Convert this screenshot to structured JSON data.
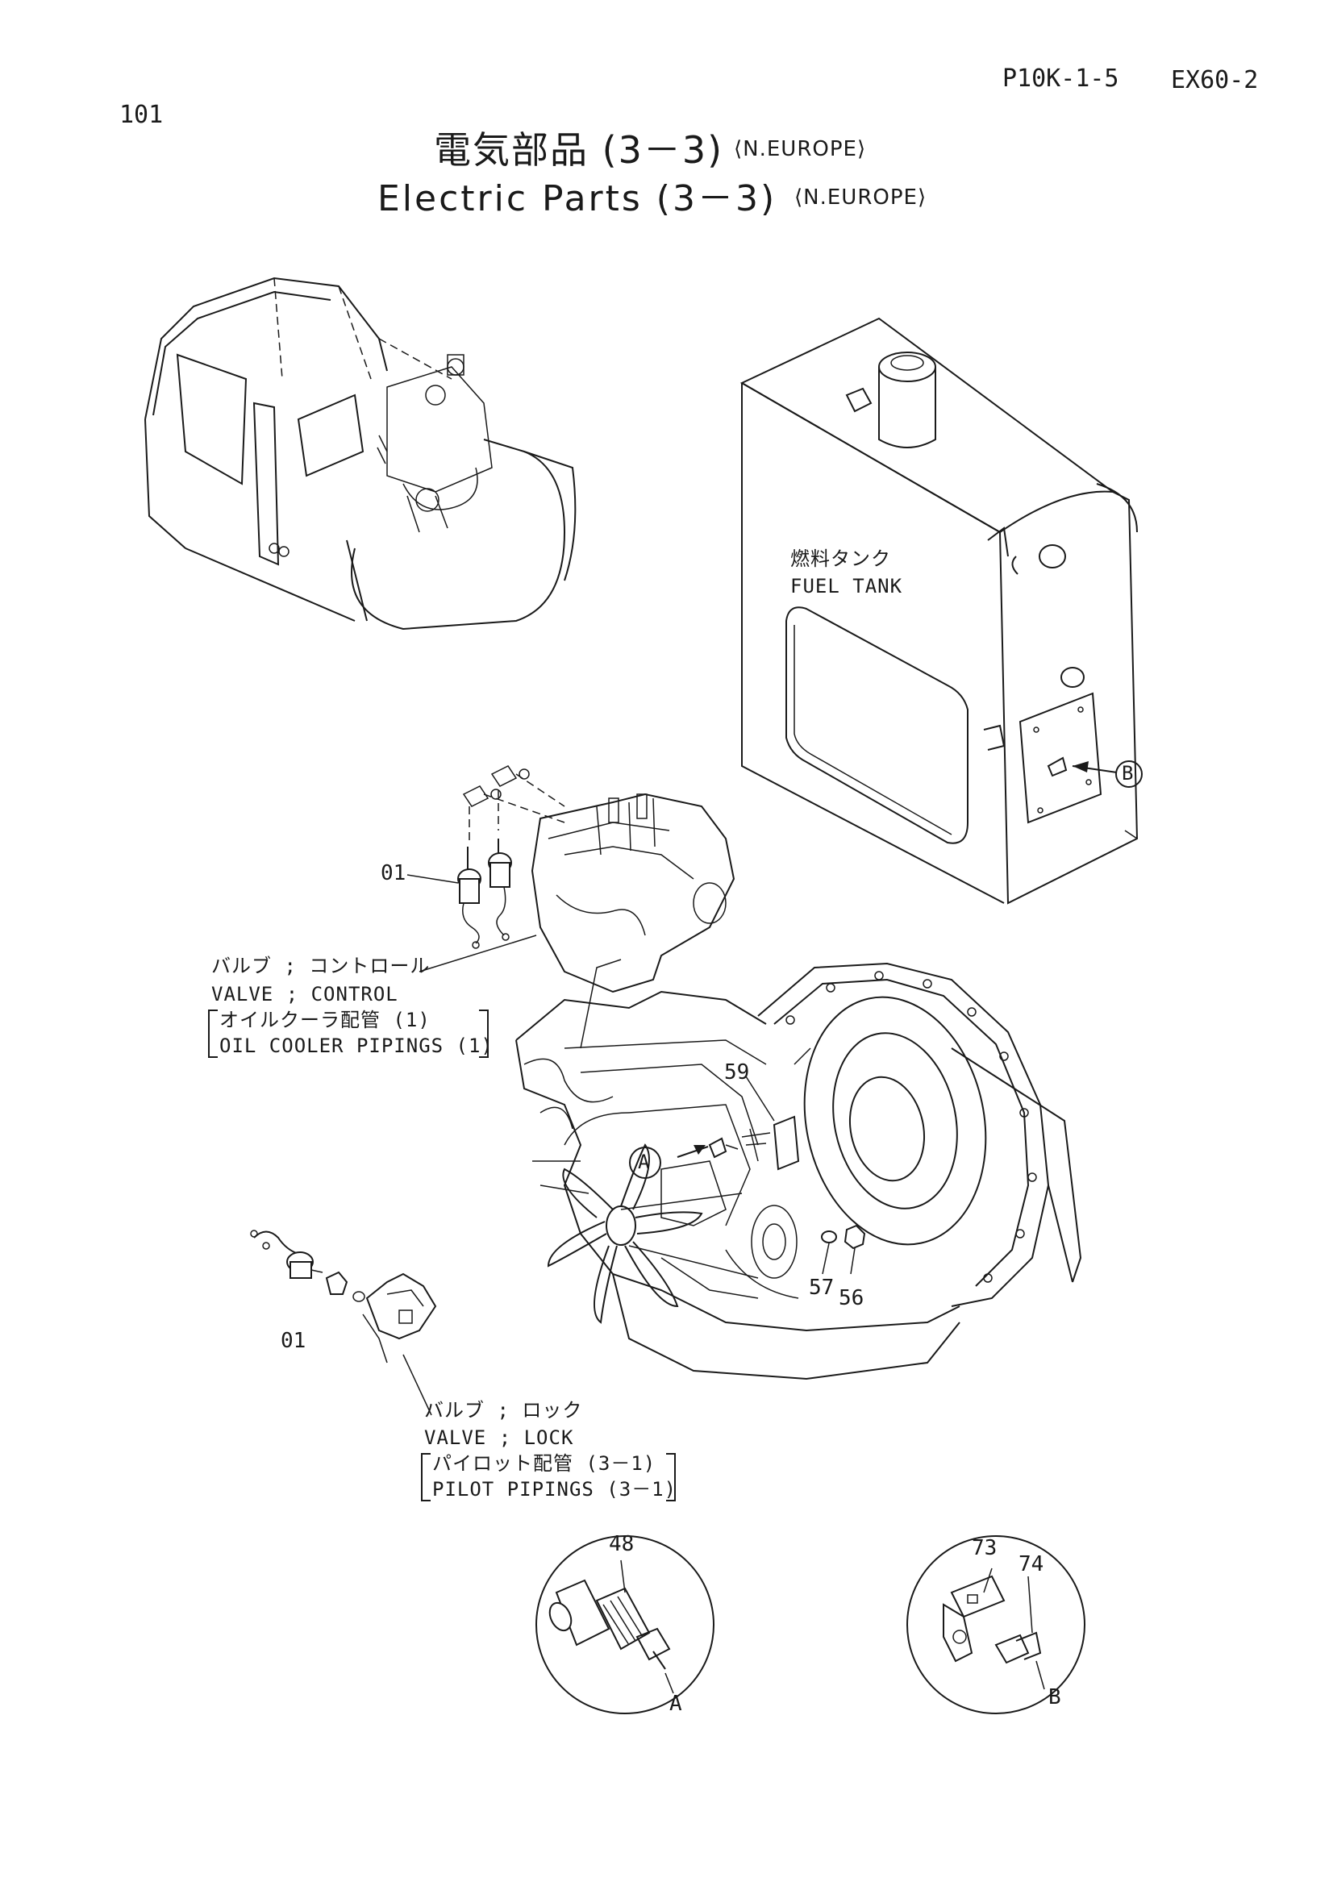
{
  "header": {
    "page_no": "101",
    "catalog_ref": "P10K-1-5",
    "model": "EX60-2"
  },
  "title": {
    "jp": "電気部品 (3－3)",
    "en": "Electric Parts (3－3)",
    "region": "⟨N.EUROPE⟩"
  },
  "labels": {
    "fuel_tank_jp": "燃料タンク",
    "fuel_tank_en": "FUEL TANK",
    "valve_control_jp": "バルブ ; コントロール",
    "valve_control_en": "VALVE ; CONTROL",
    "oil_cooler_jp": "オイルクーラ配管 (1)",
    "oil_cooler_en": "OIL COOLER PIPINGS (1)",
    "valve_lock_jp": "バルブ ; ロック",
    "valve_lock_en": "VALVE ; LOCK",
    "pilot_jp": "パイロット配管 (3－1)",
    "pilot_en": "PILOT PIPINGS (3－1)"
  },
  "part_numbers": {
    "p01_upper": "01",
    "p01_lower": "01",
    "p59": "59",
    "p57": "57",
    "p56": "56",
    "p48": "48",
    "p73": "73",
    "p74": "74"
  },
  "detail_refs": {
    "a_engine": "A",
    "b_tank": "B",
    "a_detail": "A",
    "b_detail": "B"
  }
}
